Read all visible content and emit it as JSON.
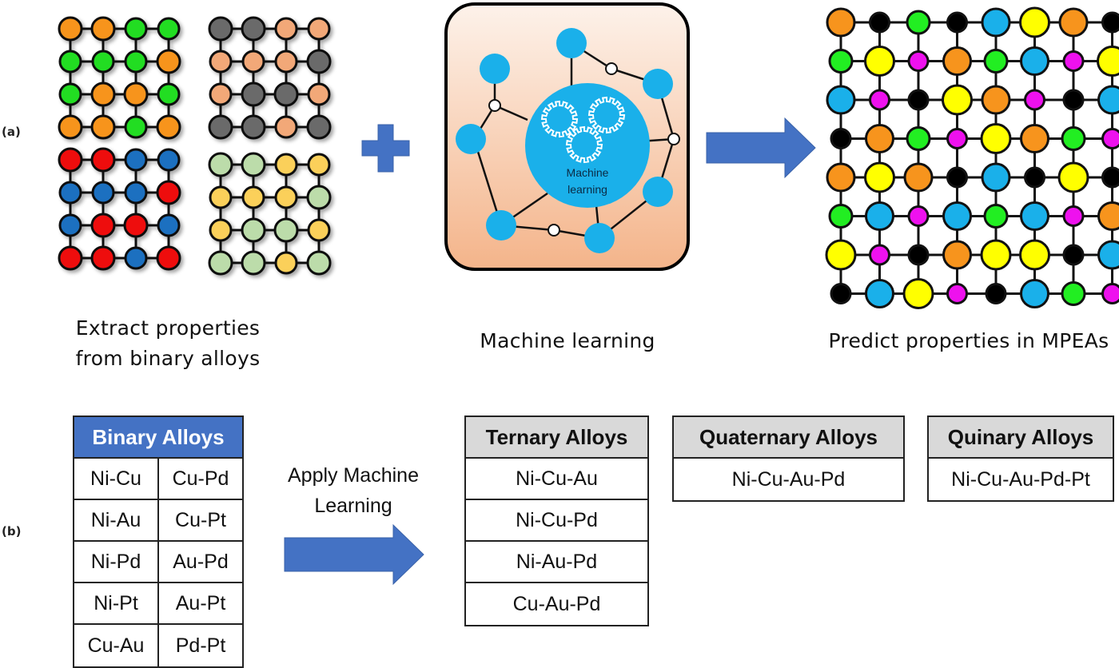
{
  "panel_a": {
    "label": "(a)",
    "binary_lattices": [
      {
        "name": "lattice-orange-green",
        "colors": [
          "#f7941d",
          "#22dd22"
        ],
        "grid": [
          [
            0,
            0,
            1,
            1
          ],
          [
            1,
            1,
            1,
            0
          ],
          [
            1,
            0,
            0,
            1
          ],
          [
            0,
            0,
            1,
            0
          ]
        ]
      },
      {
        "name": "lattice-gray-peach",
        "colors": [
          "#6b6b6b",
          "#f2a878"
        ],
        "grid": [
          [
            0,
            0,
            1,
            1
          ],
          [
            1,
            1,
            1,
            0
          ],
          [
            1,
            0,
            0,
            1
          ],
          [
            0,
            0,
            1,
            0
          ]
        ]
      },
      {
        "name": "lattice-red-blue",
        "colors": [
          "#ee1111",
          "#1a6fc0"
        ],
        "grid": [
          [
            0,
            0,
            1,
            1
          ],
          [
            1,
            1,
            1,
            0
          ],
          [
            1,
            0,
            0,
            1
          ],
          [
            0,
            0,
            1,
            0
          ]
        ]
      },
      {
        "name": "lattice-sage-gold",
        "colors": [
          "#bcdcaa",
          "#fbd05a"
        ],
        "grid": [
          [
            0,
            0,
            1,
            1
          ],
          [
            1,
            1,
            1,
            0
          ],
          [
            1,
            0,
            0,
            1
          ],
          [
            0,
            0,
            1,
            0
          ]
        ]
      }
    ],
    "plus_icon": "plus-icon",
    "ml_box": {
      "center_text_line1": "Machine",
      "center_text_line2": "learning",
      "node_color": "#1ab0ea",
      "bg_top": "#fdf2ea",
      "bg_bottom": "#f4b48a"
    },
    "arrow_icon": "arrow-right-icon",
    "mpea_lattice": {
      "palette": {
        "O": "#f7941d",
        "K": "#000000",
        "G": "#22ee22",
        "B": "#1ab0ea",
        "Y": "#ffff00",
        "M": "#ee11ee"
      },
      "grid": [
        [
          "O",
          "K",
          "G",
          "K",
          "B",
          "Y",
          "O",
          "K"
        ],
        [
          "G",
          "Y",
          "M",
          "O",
          "G",
          "B",
          "M",
          "Y"
        ],
        [
          "B",
          "M",
          "K",
          "Y",
          "O",
          "M",
          "K",
          "B"
        ],
        [
          "K",
          "O",
          "G",
          "M",
          "Y",
          "O",
          "G",
          "M"
        ],
        [
          "O",
          "Y",
          "O",
          "K",
          "B",
          "K",
          "Y",
          "K"
        ],
        [
          "G",
          "B",
          "M",
          "B",
          "G",
          "B",
          "M",
          "O"
        ],
        [
          "Y",
          "M",
          "K",
          "O",
          "Y",
          "Y",
          "K",
          "B"
        ],
        [
          "K",
          "B",
          "Y",
          "M",
          "K",
          "B",
          "G",
          "M"
        ]
      ]
    },
    "captions": {
      "extract_line1": "Extract properties",
      "extract_line2": "from binary alloys",
      "ml": "Machine learning",
      "predict": "Predict properties in MPEAs"
    }
  },
  "panel_b": {
    "label": "(b)",
    "binary_table": {
      "header": "Binary Alloys",
      "rows": [
        [
          "Ni-Cu",
          "Cu-Pd"
        ],
        [
          "Ni-Au",
          "Cu-Pt"
        ],
        [
          "Ni-Pd",
          "Au-Pd"
        ],
        [
          "Ni-Pt",
          "Au-Pt"
        ],
        [
          "Cu-Au",
          "Pd-Pt"
        ]
      ]
    },
    "apply_text_line1": "Apply Machine",
    "apply_text_line2": "Learning",
    "ternary_table": {
      "header": "Ternary Alloys",
      "rows": [
        "Ni-Cu-Au",
        "Ni-Cu-Pd",
        "Ni-Au-Pd",
        "Cu-Au-Pd"
      ]
    },
    "quaternary_table": {
      "header": "Quaternary Alloys",
      "rows": [
        "Ni-Cu-Au-Pd"
      ]
    },
    "quinary_table": {
      "header": "Quinary Alloys",
      "rows": [
        "Ni-Cu-Au-Pd-Pt"
      ]
    }
  },
  "colors": {
    "accent_blue": "#4472c4",
    "header_gray": "#d9d9d9"
  }
}
